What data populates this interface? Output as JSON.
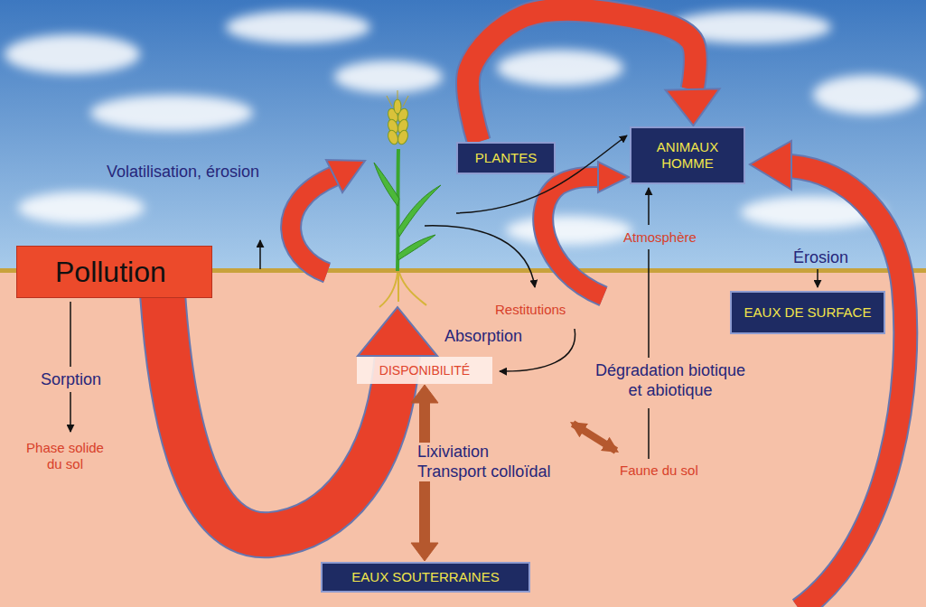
{
  "diagram": {
    "nodes": [
      {
        "text": [
          "Pollution"
        ]
      },
      {
        "text": [
          "PLANTES"
        ]
      },
      {
        "text": [
          "ANIMAUX HOMME"
        ]
      },
      {
        "text": [
          "EAUX DE SURFACE"
        ]
      },
      {
        "text": [
          "DISPONIBILITÉ"
        ]
      },
      {
        "text": [
          "EAUX SOUTERRAINES"
        ]
      }
    ],
    "edges": [
      {
        "from": 1,
        "to": 2,
        "arrow": "to"
      },
      {
        "from": 4,
        "to": 5,
        "arrow": "both",
        "label": "Lixiviation Transport colloïdal"
      }
    ],
    "labels": [
      "Volatilisation, érosion",
      "Atmosphère",
      "Érosion",
      "Sorption",
      "Phase solide du sol",
      "Restitutions",
      "Absorption",
      "Dégradation biotique et abiotique",
      "Faune du sol"
    ]
  }
}
